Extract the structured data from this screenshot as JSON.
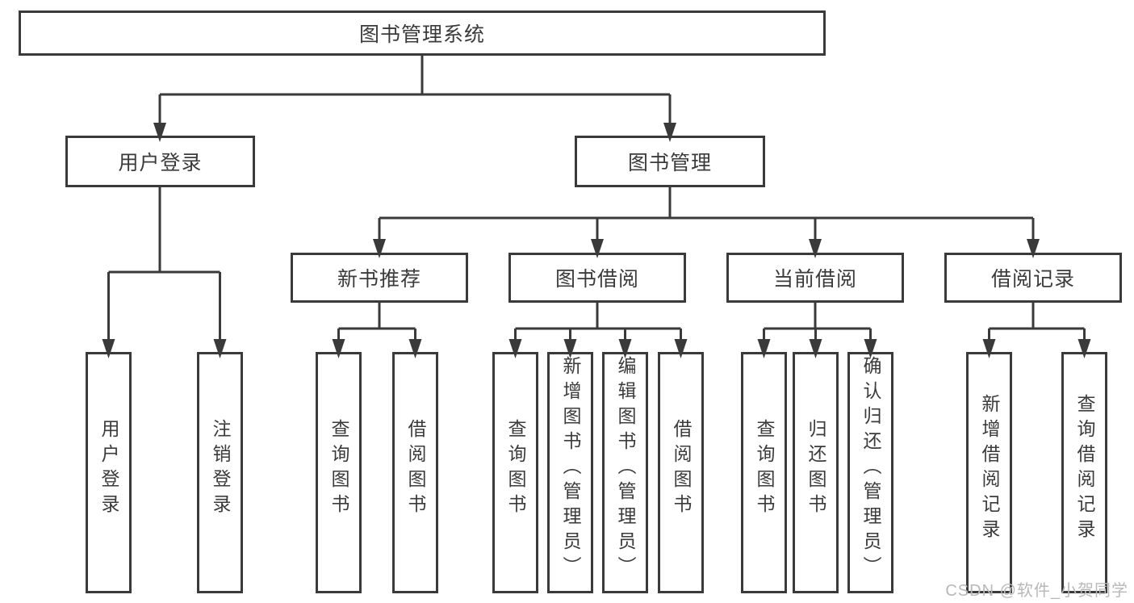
{
  "colors": {
    "line": "#3a3a3a",
    "text": "#3b3b3b",
    "watermark_color": "#b8b8b8",
    "background": "#ffffff"
  },
  "watermark": "CSDN @软件_小贺同学",
  "tree": {
    "root": {
      "label": "图书管理系统"
    },
    "branches": [
      {
        "label": "用户登录",
        "children": [
          {
            "label": "用户登录"
          },
          {
            "label": "注销登录"
          }
        ]
      },
      {
        "label": "图书管理",
        "groups": [
          {
            "label": "新书推荐",
            "children": [
              {
                "label": "查询图书"
              },
              {
                "label": "借阅图书"
              }
            ]
          },
          {
            "label": "图书借阅",
            "children": [
              {
                "label": "查询图书"
              },
              {
                "label": "新增图书（管理员）"
              },
              {
                "label": "编辑图书（管理员）"
              },
              {
                "label": "借阅图书"
              }
            ]
          },
          {
            "label": "当前借阅",
            "children": [
              {
                "label": "查询图书"
              },
              {
                "label": "归还图书"
              },
              {
                "label": "确认归还（管理员）"
              }
            ]
          },
          {
            "label": "借阅记录",
            "children": [
              {
                "label": "新增借阅记录"
              },
              {
                "label": "查询借阅记录"
              }
            ]
          }
        ]
      }
    ]
  }
}
